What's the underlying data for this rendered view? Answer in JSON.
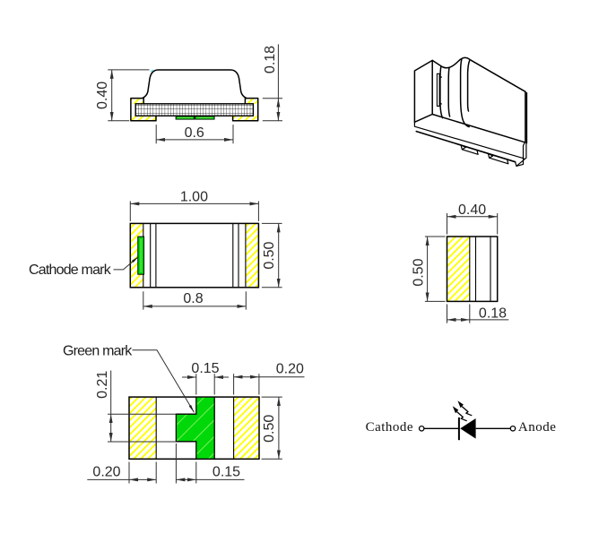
{
  "document": {
    "type": "led-package-outline-drawing",
    "background": "#ffffff"
  },
  "colors": {
    "line": "#000000",
    "dimension": "#2f2f2f",
    "green": "#00d80a",
    "green_light": "#7df05a",
    "yellow": "#ffff00",
    "cyan_artifact": "#7fe3ec"
  },
  "views": {
    "side": {
      "title": "side-view",
      "dim_height": "0.40",
      "dim_terminal": "0.18",
      "dim_span": "0.6"
    },
    "iso": {
      "title": "isometric-view"
    },
    "top": {
      "title": "top-view",
      "dim_length": "1.00",
      "dim_width": "0.50",
      "dim_inner": "0.8",
      "callout": "Cathode mark"
    },
    "end": {
      "title": "end-view",
      "dim_width": "0.40",
      "dim_height": "0.50",
      "dim_pad": "0.18"
    },
    "bottom": {
      "title": "bottom-view",
      "dim_mark_width": "0.15",
      "dim_pad_right": "0.20",
      "dim_mark_height": "0.21",
      "dim_height": "0.50",
      "dim_pad_left": "0.20",
      "dim_mark_offset": "0.15",
      "callout": "Green mark"
    },
    "symbol": {
      "title": "circuit-symbol",
      "cathode": "Cathode",
      "anode": "Anode"
    }
  }
}
